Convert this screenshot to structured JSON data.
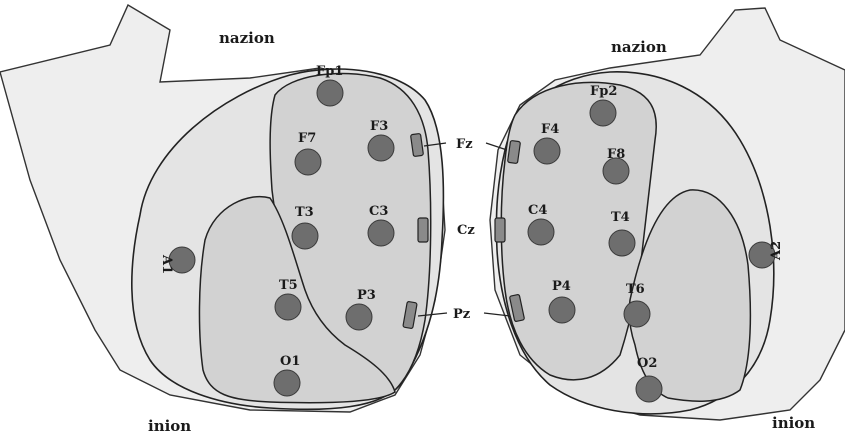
{
  "left_head": {
    "top_label": "nazion",
    "bottom_label": "inion",
    "electrodes": [
      {
        "label": "Fp1"
      },
      {
        "label": "F7"
      },
      {
        "label": "F3"
      },
      {
        "label": "T3"
      },
      {
        "label": "C3"
      },
      {
        "label": "T5"
      },
      {
        "label": "P3"
      },
      {
        "label": "O1"
      },
      {
        "label": "A1"
      }
    ]
  },
  "right_head": {
    "top_label": "nazion",
    "bottom_label": "inion",
    "electrodes": [
      {
        "label": "Fp2"
      },
      {
        "label": "F4"
      },
      {
        "label": "F8"
      },
      {
        "label": "C4"
      },
      {
        "label": "T4"
      },
      {
        "label": "P4"
      },
      {
        "label": "T6"
      },
      {
        "label": "O2"
      },
      {
        "label": "A2"
      }
    ]
  },
  "midline": {
    "electrodes": [
      {
        "label": "Fz"
      },
      {
        "label": "Cz"
      },
      {
        "label": "Pz"
      }
    ]
  },
  "colors": {
    "electrode": "#6e6e6e",
    "pad": "#8a8a8a",
    "outline": "#222222",
    "lobe_fill": "#d2d2d2"
  }
}
